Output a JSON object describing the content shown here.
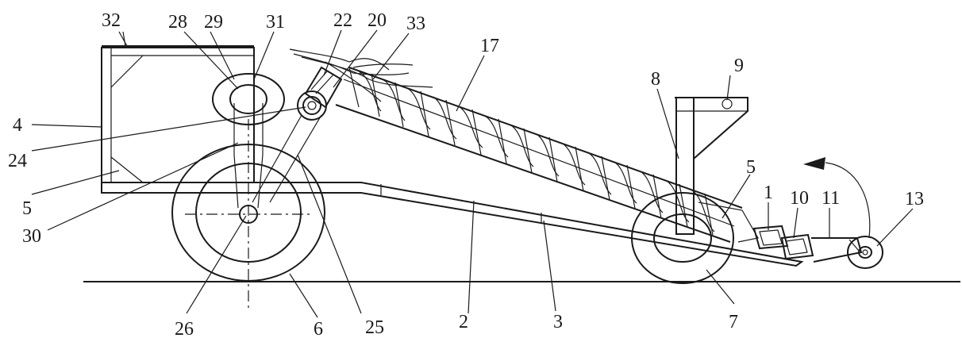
{
  "labels": {
    "n1": "1",
    "n2": "2",
    "n3": "3",
    "n4": "4",
    "n5a": "5",
    "n5b": "5",
    "n6": "6",
    "n7": "7",
    "n8": "8",
    "n9": "9",
    "n10": "10",
    "n11": "11",
    "n13": "13",
    "n17": "17",
    "n20": "20",
    "n22": "22",
    "n24": "24",
    "n25": "25",
    "n26": "26",
    "n28": "28",
    "n29": "29",
    "n30": "30",
    "n31": "31",
    "n32": "32",
    "n33": "33"
  },
  "colors": {
    "line": "#1a1a1a",
    "background": "#ffffff"
  }
}
